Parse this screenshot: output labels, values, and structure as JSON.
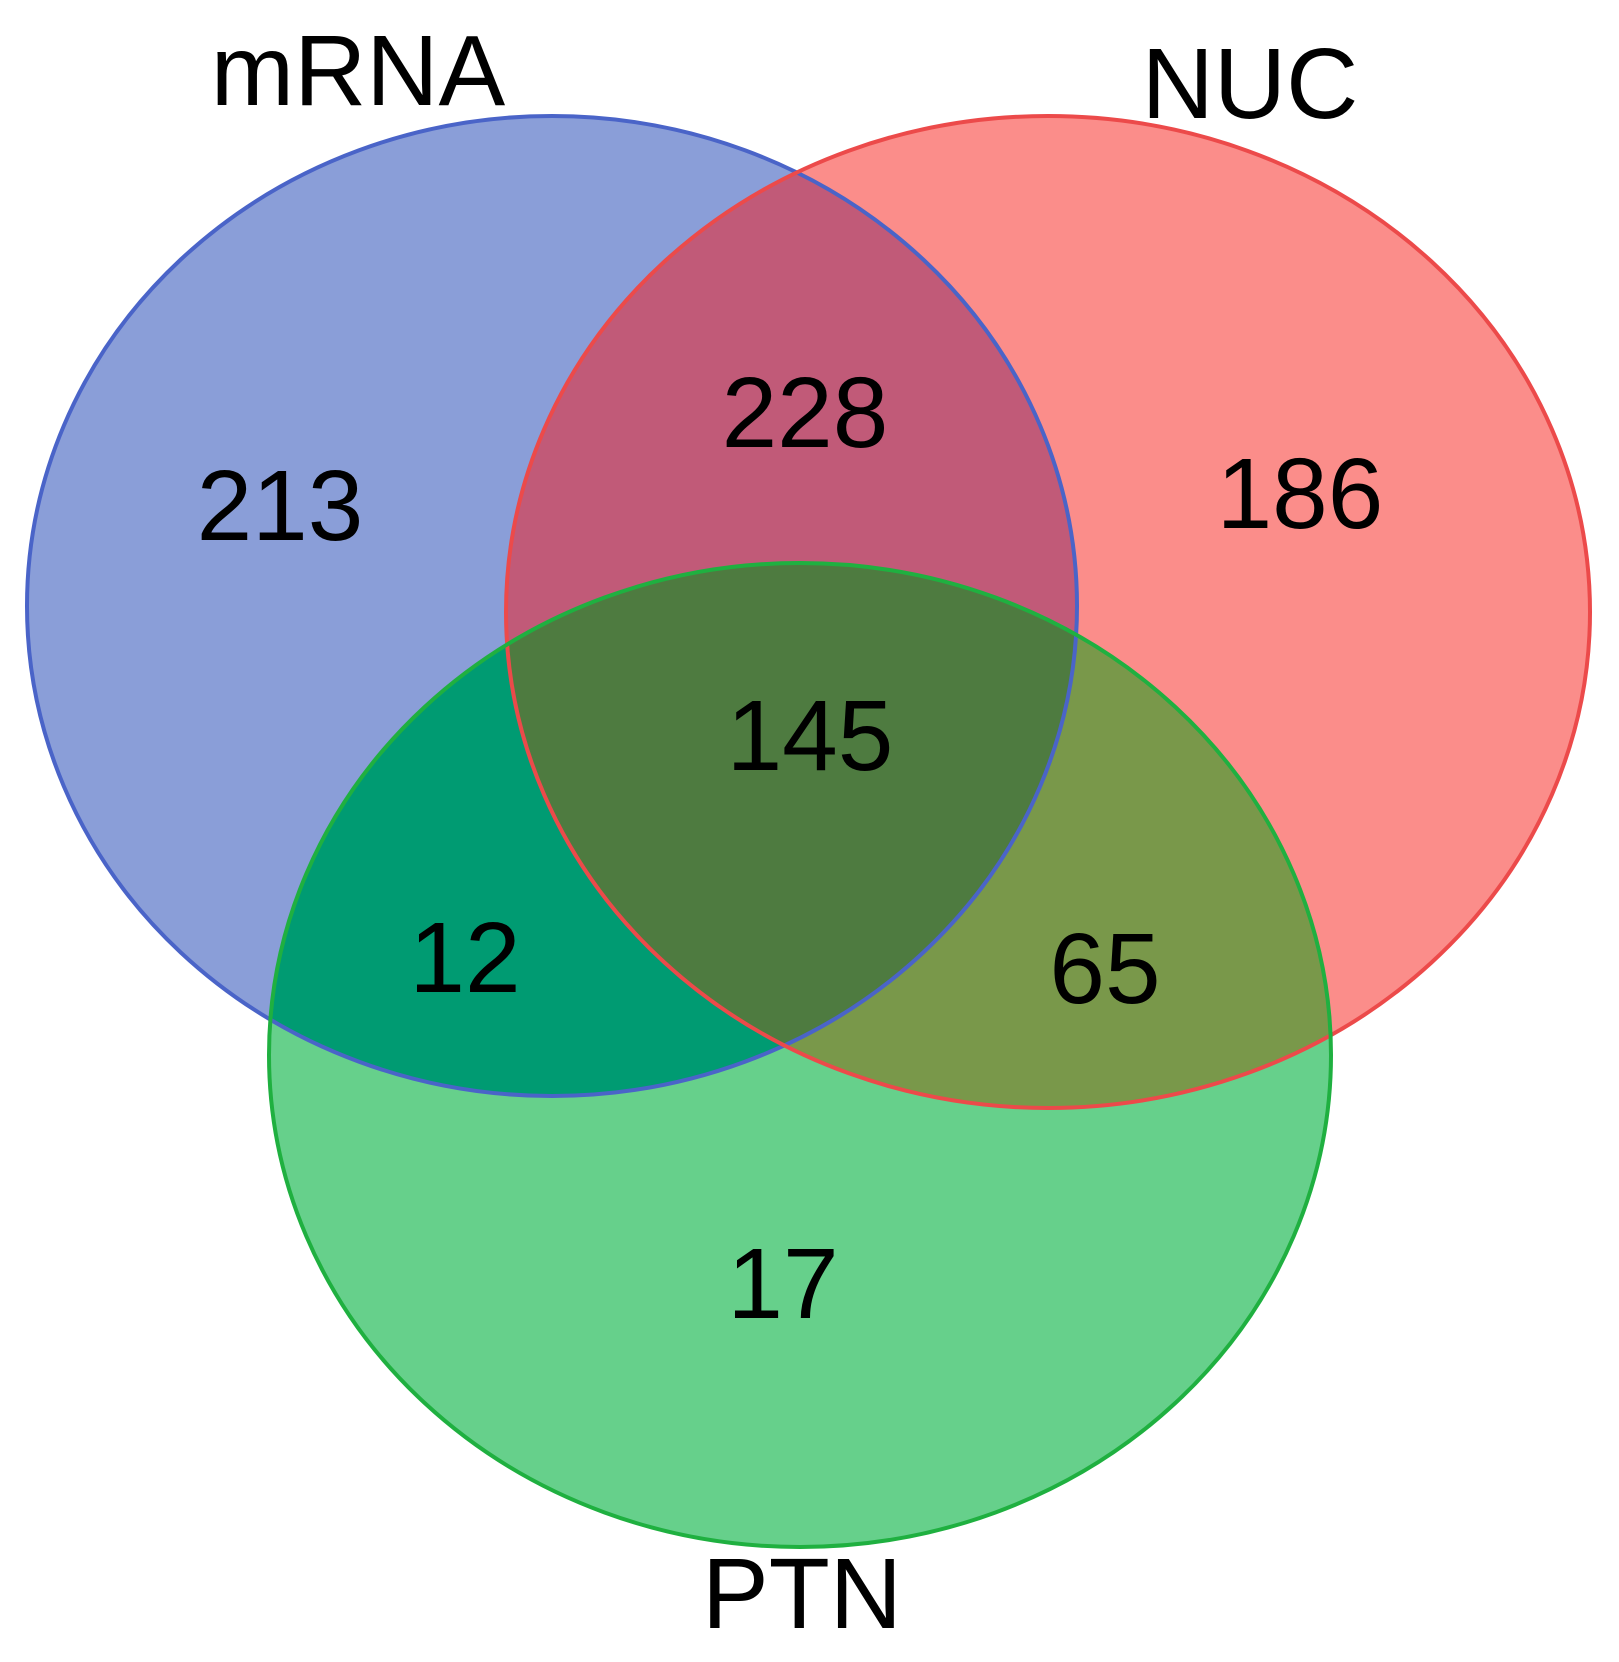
{
  "venn": {
    "sets": [
      {
        "key": "mrna",
        "label": "mRNA",
        "fill": "#8a9ed8",
        "stroke": "#4a64c8"
      },
      {
        "key": "nuc",
        "label": "NUC",
        "fill": "#f77a7a",
        "stroke": "#ec4a4a"
      },
      {
        "key": "ptn",
        "label": "PTN",
        "fill": "#33c25a",
        "stroke": "#1fb040"
      }
    ],
    "regions": {
      "mrna_only": "213",
      "nuc_only": "186",
      "ptn_only": "17",
      "mrna_nuc": "228",
      "mrna_ptn": "12",
      "nuc_ptn": "65",
      "all_three": "145"
    },
    "colors": {
      "mrna_only": "#8a9ed8",
      "nuc_only": "#fb8d8a",
      "ptn_only": "#66d08b",
      "mrna_nuc": "#c15a78",
      "mrna_ptn": "#009b72",
      "nuc_ptn": "#79984a",
      "all_three": "#4e7b40"
    }
  }
}
